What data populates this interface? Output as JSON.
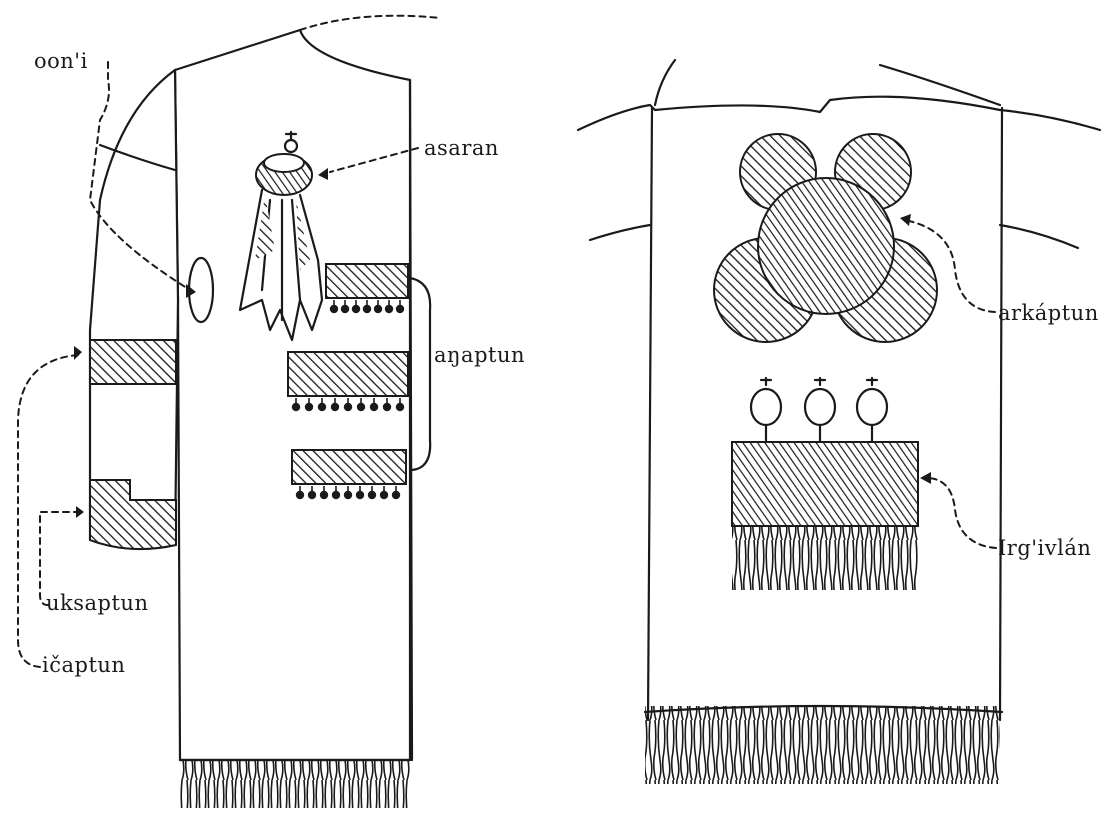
{
  "labels": {
    "oonni": "oon'i",
    "asaran": "asaran",
    "anaptun": "aŋaptun",
    "icaptun": "ičaptun",
    "uksaptun": "uksaptun",
    "arkaptun": "arkáptun",
    "irgivlan": "Irg'ivlán"
  },
  "colors": {
    "ink": "#1a1a1a",
    "paper": "#ffffff"
  }
}
